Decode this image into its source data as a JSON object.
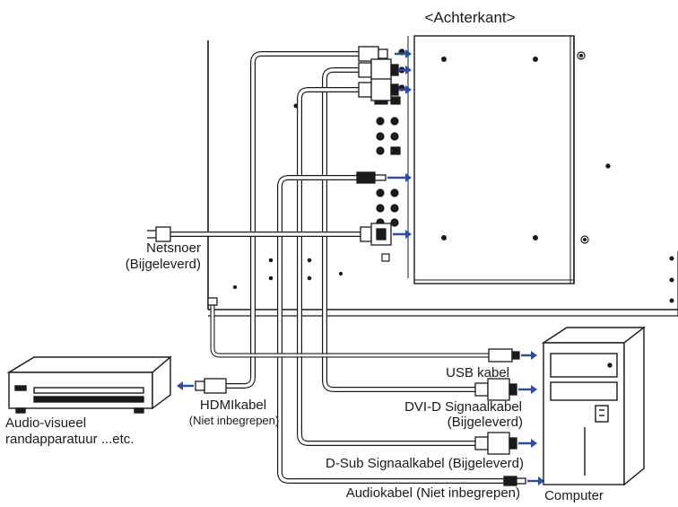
{
  "labels": {
    "rear_view": "<Achterkant>",
    "power_cord_1": "Netsnoer",
    "power_cord_2": "(Bijgeleverd)",
    "hdmi_1": "HDMIkabel",
    "hdmi_2": "(Niet inbegrepen)",
    "av_device_1": "Audio-visueel",
    "av_device_2": "randapparatuur ...etc.",
    "usb": "USB kabel",
    "dvi_1": "DVI-D Signaalkabel",
    "dvi_2": "(Bijgeleverd)",
    "dsub": "D-Sub Signaalkabel (Bijgeleverd)",
    "audio": "Audiokabel (Niet inbegrepen)",
    "computer": "Computer"
  },
  "colors": {
    "line": "#1a1a1a",
    "arrow": "#2b4ea2",
    "cable_fill": "#ffffff",
    "panel_fill": "#ffffff"
  }
}
